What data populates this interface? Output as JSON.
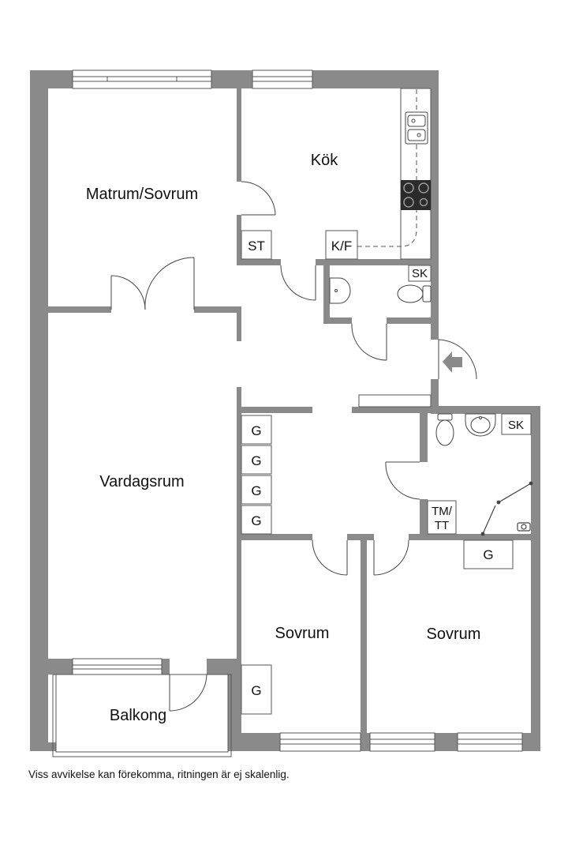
{
  "rooms": {
    "matrum": "Matrum/Sovrum",
    "kok": "Kök",
    "vardagsrum": "Vardagsrum",
    "balkong": "Balkong",
    "sovrum_left": "Sovrum",
    "sovrum_right": "Sovrum"
  },
  "fixtures": {
    "st": "ST",
    "kf": "K/F",
    "sk_top": "SK",
    "sk_bath": "SK",
    "tm_line1": "TM/",
    "tm_line2": "TT",
    "g_closet_1": "G",
    "g_closet_2": "G",
    "g_closet_3": "G",
    "g_closet_4": "G",
    "g_sovrum_left": "G",
    "g_sovrum_right": "G"
  },
  "disclaimer": "Viss avvikelse kan förekomma, ritningen är ej skalenlig.",
  "colors": {
    "wall": "#8a8a8a",
    "line": "#555555",
    "fill": "#ffffff"
  }
}
